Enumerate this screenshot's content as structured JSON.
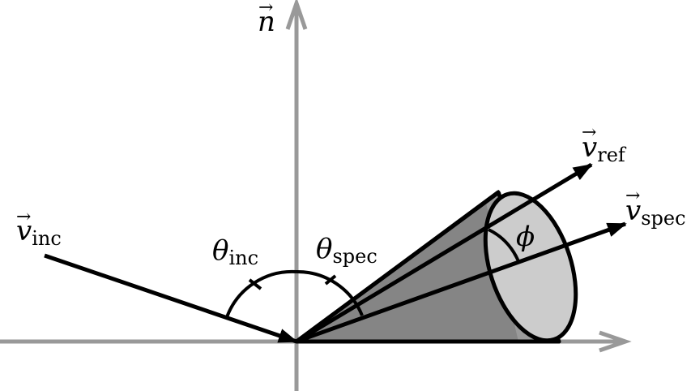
{
  "labels": {
    "normal": {
      "symbol": "n"
    },
    "v_inc": {
      "symbol": "v",
      "subscript": "inc"
    },
    "v_ref": {
      "symbol": "v",
      "subscript": "ref"
    },
    "v_spec": {
      "symbol": "v",
      "subscript": "spec"
    },
    "theta_inc": {
      "symbol": "θ",
      "subscript": "inc"
    },
    "theta_spec": {
      "symbol": "θ",
      "subscript": "spec"
    },
    "phi": {
      "symbol": "ϕ"
    },
    "vector_arrow": "→"
  },
  "colors": {
    "axis": "#999999",
    "vector": "#000000",
    "cone_outer": "#9a9a9a",
    "cone_inner": "#808080",
    "cone_base": "#cccccc",
    "background": "#ffffff"
  }
}
